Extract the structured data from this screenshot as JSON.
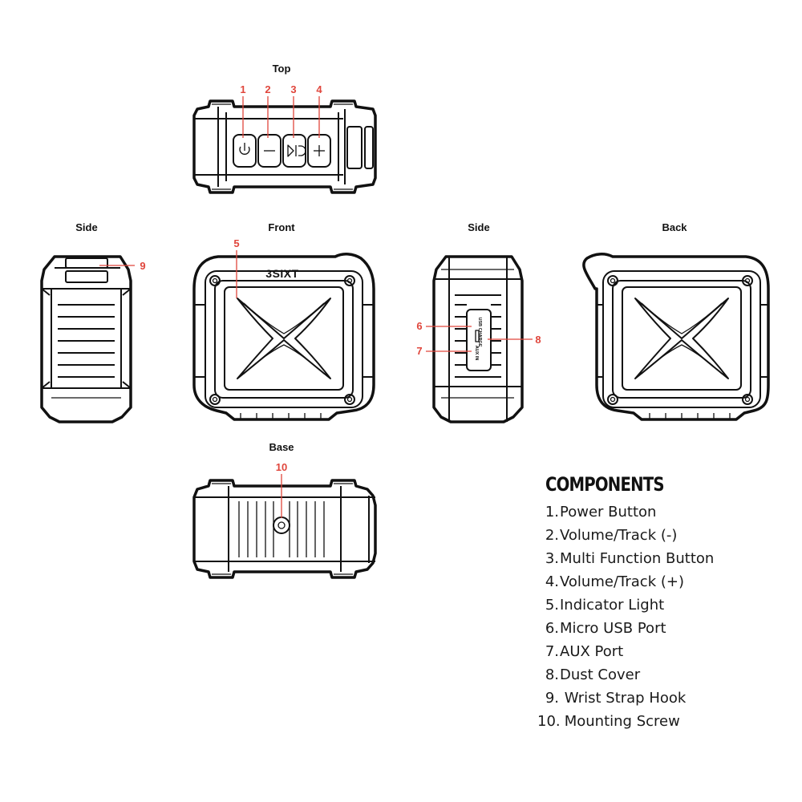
{
  "views": {
    "top": "Top",
    "side_left": "Side",
    "front": "Front",
    "side_right": "Side",
    "back": "Back",
    "base": "Base"
  },
  "brand_logo": "3SIXT",
  "port_labels": {
    "usb": "USB CHARGE",
    "aux": "AUX IN"
  },
  "callouts": [
    "1",
    "2",
    "3",
    "4",
    "5",
    "6",
    "7",
    "8",
    "9",
    "10"
  ],
  "components": {
    "title": "COMPONENTS",
    "items": [
      {
        "num": "1.",
        "label": "Power Button"
      },
      {
        "num": "2.",
        "label": "Volume/Track (-)"
      },
      {
        "num": "3.",
        "label": "Multi Function Button"
      },
      {
        "num": "4.",
        "label": "Volume/Track (+)"
      },
      {
        "num": "5.",
        "label": "Indicator Light"
      },
      {
        "num": "6.",
        "label": "Micro USB Port"
      },
      {
        "num": "7.",
        "label": "AUX Port"
      },
      {
        "num": "8.",
        "label": "Dust Cover"
      },
      {
        "num": "9.",
        "label": " Wrist Strap Hook"
      },
      {
        "num": "10.",
        "label": " Mounting Screw"
      }
    ]
  },
  "colors": {
    "callout": "#e0463c",
    "line": "#111111",
    "background": "#ffffff"
  }
}
